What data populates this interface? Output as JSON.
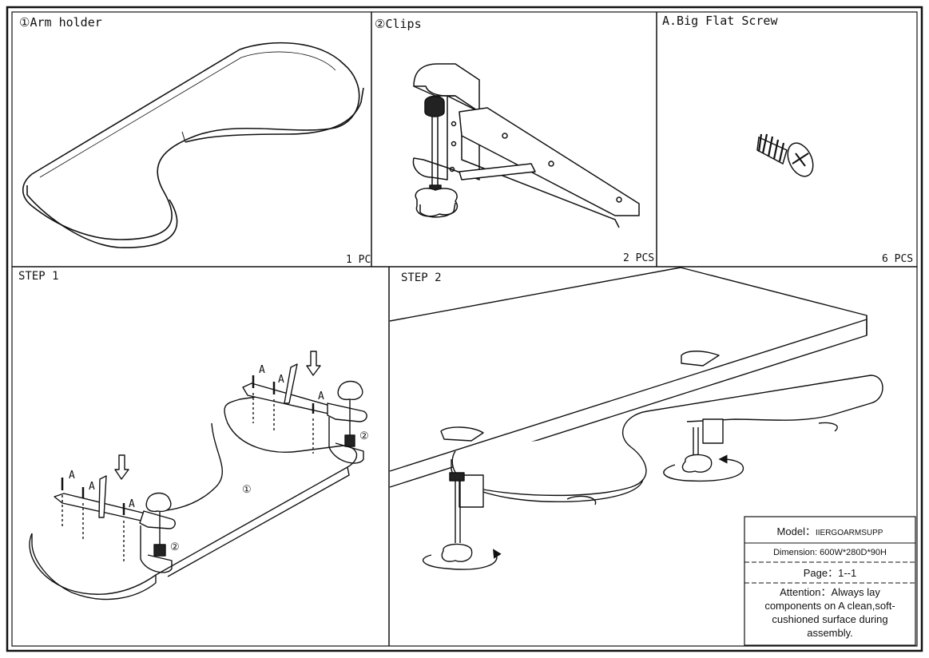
{
  "panels": {
    "arm_holder": {
      "title": "①Arm holder",
      "qty": "1 PC"
    },
    "clips": {
      "title": "②Clips",
      "qty": "2 PCS"
    },
    "screw": {
      "title": "A.Big Flat Screw",
      "qty": "6 PCS"
    },
    "step1": {
      "title": "STEP 1"
    },
    "step2": {
      "title": "STEP 2"
    }
  },
  "callouts": {
    "screw_letter": "A",
    "part1": "①",
    "part2": "②"
  },
  "info_box": {
    "model_label": "Model：",
    "model_value": "IIERGOARMSUPP",
    "dimension_label": "Dimension:",
    "dimension_value": "600W*280D*90H",
    "page": "Page：1--1",
    "attention": "Attention：Always lay components on A clean,soft-cushioned surface during assembly."
  }
}
